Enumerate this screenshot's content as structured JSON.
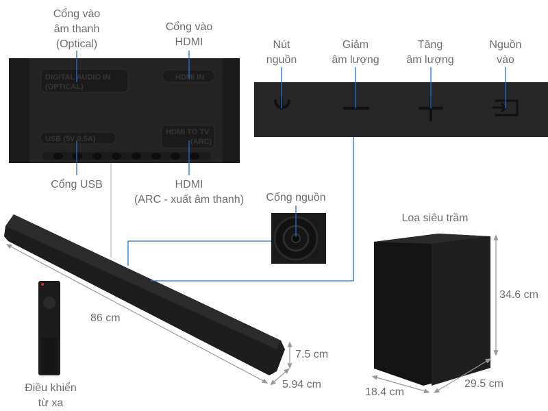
{
  "ports_panel": {
    "optical_label": [
      "Cổng vào",
      "âm thanh",
      "(Optical)"
    ],
    "hdmi_in_label": [
      "Cổng vào",
      "HDMI"
    ],
    "usb_label": "Cổng USB",
    "hdmi_arc_label": [
      "HDMI",
      "(ARC - xuất âm thanh)"
    ],
    "printed_optical": [
      "DIGITAL AUDIO IN",
      "(OPTICAL)"
    ],
    "printed_hdmi_in": "HDMI IN",
    "printed_usb": "USB (5V 0.5A)",
    "printed_hdmi_tv": [
      "HDMI TO TV",
      "(ARC)"
    ]
  },
  "buttons_panel": {
    "power_label": [
      "Nút",
      "nguồn"
    ],
    "vol_down_label": [
      "Giảm",
      "âm lượng"
    ],
    "vol_up_label": [
      "Tăng",
      "âm lượng"
    ],
    "source_label": [
      "Nguồn",
      "vào"
    ],
    "icons": [
      "power-icon",
      "minus-icon",
      "plus-icon",
      "source-input-icon"
    ]
  },
  "power_port": {
    "label": "Cổng nguồn"
  },
  "soundbar": {
    "width": "86 cm",
    "height": "7.5 cm",
    "depth": "5.94 cm"
  },
  "remote": {
    "label": [
      "Điều khiển",
      "từ xa"
    ]
  },
  "subwoofer": {
    "label": "Loa siêu trầm",
    "height": "34.6 cm",
    "width": "29.5 cm",
    "depth": "18.4 cm"
  },
  "colors": {
    "callout_line": "#1a6fd6",
    "text": "#6e6e6e",
    "device": "#1c1c1c"
  }
}
